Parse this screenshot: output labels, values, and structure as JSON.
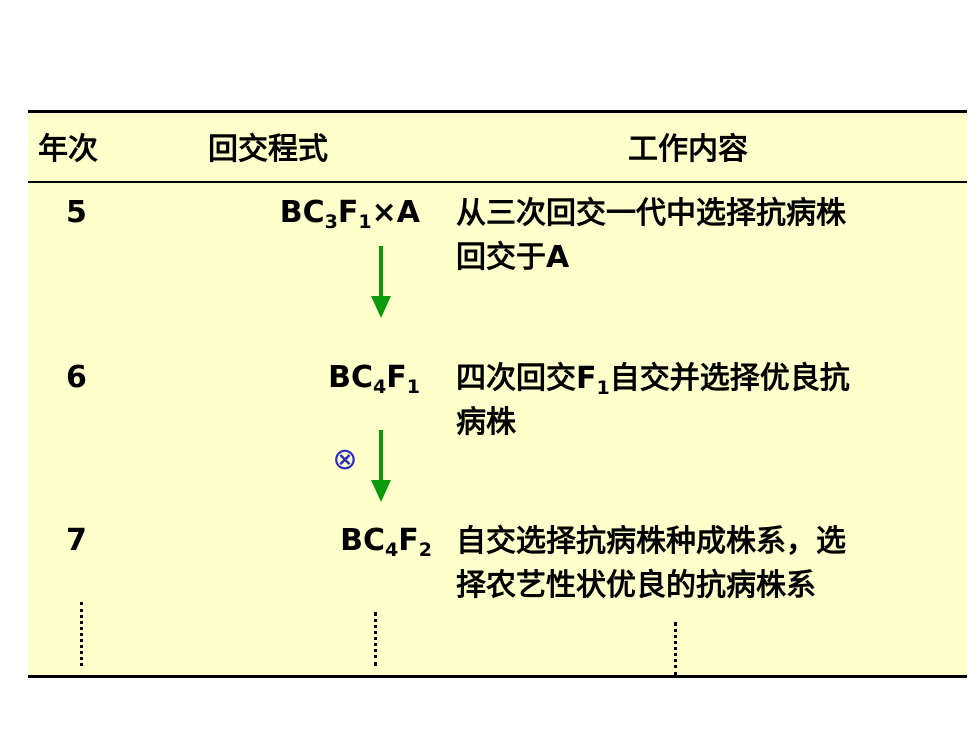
{
  "header": {
    "year": "年次",
    "scheme": "回交程式",
    "content": "工作内容"
  },
  "rows": [
    {
      "year": "5",
      "formula": {
        "a": "BC",
        "a_sub": "3",
        "b": "F",
        "b_sub": "1",
        "tail": "×A"
      },
      "content": {
        "line1": "从三次回交一代中选择抗病株",
        "line2": "回交于A"
      }
    },
    {
      "year": "6",
      "formula": {
        "a": "BC",
        "a_sub": "4",
        "b": "F",
        "b_sub": "1",
        "tail": ""
      },
      "content": {
        "line1_pre": "四次回交F",
        "line1_sub": "1",
        "line1_post": "自交并选择优良抗",
        "line2": "病株"
      }
    },
    {
      "year": "7",
      "formula": {
        "a": "BC",
        "a_sub": "4",
        "b": "F",
        "b_sub": "2",
        "tail": ""
      },
      "content": {
        "line1": "自交选择抗病株种成株系，选",
        "line2": "择农艺性状优良的抗病株系"
      }
    }
  ],
  "selfing_symbol": "⊗",
  "colors": {
    "table_bg": "#ffffcc",
    "arrow": "#0a9a0a",
    "selfing": "#2b2bbf"
  }
}
